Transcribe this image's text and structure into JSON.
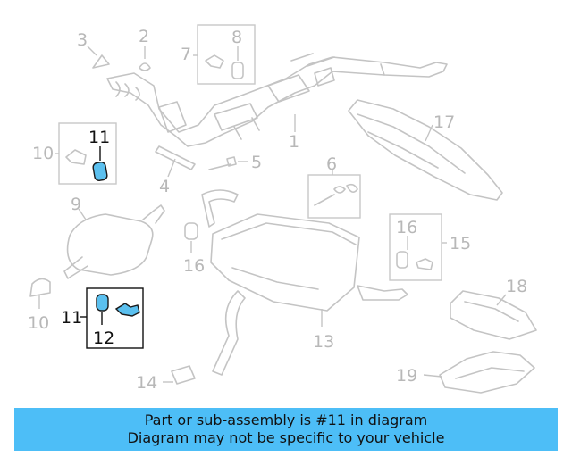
{
  "banner": {
    "line1": "Part or sub-assembly is #11 in diagram",
    "line2": "Diagram may not be specific to your vehicle"
  },
  "highlight_color": "#5bc0ef",
  "banner_color": "#4dbef7",
  "callouts": {
    "c1": "1",
    "c2": "2",
    "c3": "3",
    "c4": "4",
    "c5": "5",
    "c6": "6",
    "c7": "7",
    "c8": "8",
    "c9": "9",
    "c10a": "10",
    "c10b": "10",
    "c11a": "11",
    "c11b": "11",
    "c12": "12",
    "c13": "13",
    "c14": "14",
    "c15": "15",
    "c16a": "16",
    "c16b": "16",
    "c17": "17",
    "c18": "18",
    "c19": "19"
  }
}
